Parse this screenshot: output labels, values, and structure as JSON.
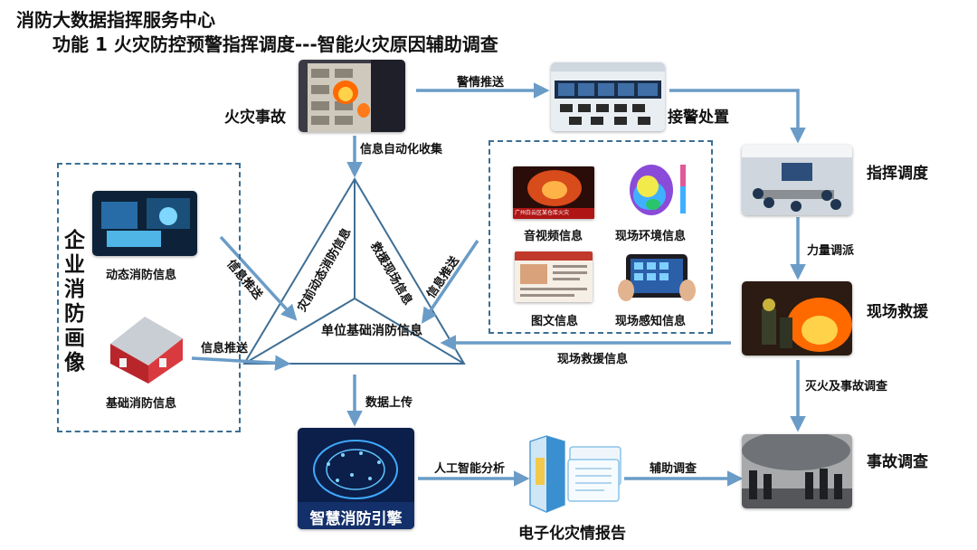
{
  "header": {
    "title": "消防大数据指挥服务中心",
    "subtitle": "功能 1  火灾防控预警指挥调度---智能火灾原因辅助调查"
  },
  "nodes": {
    "fire_incident": "火灾事故",
    "alarm_handling": "接警处置",
    "command_dispatch": "指挥调度",
    "onsite_rescue": "现场救援",
    "accident_investigation": "事故调查",
    "fire_report": "电子化灾情报告",
    "smart_engine": "智慧消防引擎"
  },
  "enterprise_panel": {
    "title": "企业消防画像",
    "dynamic_info": "动态消防信息",
    "basic_info": "基础消防信息"
  },
  "info_panel": {
    "av_info": "音视频信息",
    "env_info": "现场环境信息",
    "doc_info": "图文信息",
    "sense_info": "现场感知信息",
    "news_caption": "广州白云区某仓库火灾"
  },
  "triangle": {
    "left_side": "灾前动态消防信息",
    "right_side": "救援现场信息",
    "center": "单位基础消防信息"
  },
  "edges": {
    "alarm_push": "警情推送",
    "auto_collect": "信息自动化收集",
    "force_dispatch": "力量调派",
    "extinguish_investigate": "灭火及事故调查",
    "info_push_left": "信息推送",
    "info_push_base": "信息推送",
    "info_push_right": "信息推送",
    "rescue_info": "现场救援信息",
    "data_upload": "数据上传",
    "ai_analysis": "人工智能分析",
    "assist_investigation": "辅助调查"
  },
  "colors": {
    "arrow": "#6a9cc7",
    "dash_border": "#3a6f94",
    "triangle_stroke": "#3f6f95",
    "fire": "#ff6a00",
    "engine_bg": "#0b1f4a"
  }
}
